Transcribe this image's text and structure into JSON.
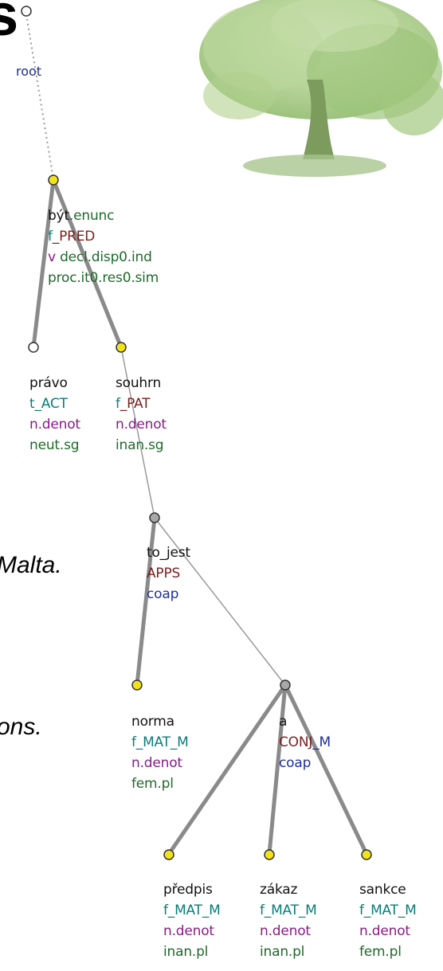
{
  "fragments": {
    "title": "s",
    "malta": "Malta.",
    "ons": "ons."
  },
  "root_label": "root",
  "nodes": [
    {
      "id": "byt",
      "lines": [
        {
          "parts": [
            {
              "t": "být",
              "c": "black"
            },
            {
              "t": ".enunc",
              "c": "green"
            }
          ]
        },
        {
          "parts": [
            {
              "t": "f",
              "c": "teal"
            },
            {
              "t": "_PRED",
              "c": "brown"
            }
          ]
        },
        {
          "parts": [
            {
              "t": "v",
              "c": "purple"
            },
            {
              "t": " decl.disp0.ind",
              "c": "green"
            }
          ]
        },
        {
          "parts": [
            {
              "t": "proc.it0.res0.sim",
              "c": "green"
            }
          ]
        }
      ]
    },
    {
      "id": "pravo",
      "lines": [
        {
          "parts": [
            {
              "t": "právo",
              "c": "black"
            }
          ]
        },
        {
          "parts": [
            {
              "t": "t_ACT",
              "c": "teal"
            }
          ]
        },
        {
          "parts": [
            {
              "t": "n.denot",
              "c": "purple"
            }
          ]
        },
        {
          "parts": [
            {
              "t": "neut.sg",
              "c": "green"
            }
          ]
        }
      ]
    },
    {
      "id": "souhrn",
      "lines": [
        {
          "parts": [
            {
              "t": "souhrn",
              "c": "black"
            }
          ]
        },
        {
          "parts": [
            {
              "t": "f",
              "c": "teal"
            },
            {
              "t": "_PAT",
              "c": "brown"
            }
          ]
        },
        {
          "parts": [
            {
              "t": "n.denot",
              "c": "purple"
            }
          ]
        },
        {
          "parts": [
            {
              "t": "inan.sg",
              "c": "green"
            }
          ]
        }
      ]
    },
    {
      "id": "to_jest",
      "lines": [
        {
          "parts": [
            {
              "t": "to_jest",
              "c": "black"
            }
          ]
        },
        {
          "parts": [
            {
              "t": "APPS",
              "c": "brown"
            }
          ]
        },
        {
          "parts": [
            {
              "t": "coap",
              "c": "blue"
            }
          ]
        }
      ]
    },
    {
      "id": "norma",
      "lines": [
        {
          "parts": [
            {
              "t": "norma",
              "c": "black"
            }
          ]
        },
        {
          "parts": [
            {
              "t": "f_MAT_M",
              "c": "teal"
            }
          ]
        },
        {
          "parts": [
            {
              "t": "n.denot",
              "c": "purple"
            }
          ]
        },
        {
          "parts": [
            {
              "t": "fem.pl",
              "c": "green"
            }
          ]
        }
      ]
    },
    {
      "id": "a",
      "lines": [
        {
          "parts": [
            {
              "t": "a",
              "c": "black"
            }
          ]
        },
        {
          "parts": [
            {
              "t": "CONJ",
              "c": "brown"
            },
            {
              "t": "_M",
              "c": "blue"
            }
          ]
        },
        {
          "parts": [
            {
              "t": "coap",
              "c": "blue"
            }
          ]
        }
      ]
    },
    {
      "id": "predpis",
      "lines": [
        {
          "parts": [
            {
              "t": "předpis",
              "c": "black"
            }
          ]
        },
        {
          "parts": [
            {
              "t": "f_MAT_M",
              "c": "teal"
            }
          ]
        },
        {
          "parts": [
            {
              "t": "n.denot",
              "c": "purple"
            }
          ]
        },
        {
          "parts": [
            {
              "t": "inan.pl",
              "c": "green"
            }
          ]
        }
      ]
    },
    {
      "id": "zakaz",
      "lines": [
        {
          "parts": [
            {
              "t": "zákaz",
              "c": "black"
            }
          ]
        },
        {
          "parts": [
            {
              "t": "f_MAT_M",
              "c": "teal"
            }
          ]
        },
        {
          "parts": [
            {
              "t": "n.denot",
              "c": "purple"
            }
          ]
        },
        {
          "parts": [
            {
              "t": "inan.pl",
              "c": "green"
            }
          ]
        }
      ]
    },
    {
      "id": "sankce",
      "lines": [
        {
          "parts": [
            {
              "t": "sankce",
              "c": "black"
            }
          ]
        },
        {
          "parts": [
            {
              "t": "f_MAT_M",
              "c": "teal"
            }
          ]
        },
        {
          "parts": [
            {
              "t": "n.denot",
              "c": "purple"
            }
          ]
        },
        {
          "parts": [
            {
              "t": "fem.pl",
              "c": "green"
            }
          ]
        }
      ]
    }
  ],
  "colors": {
    "node_yellow": "#f2e21a",
    "node_gray": "#a8a8a8",
    "node_white": "#ffffff",
    "edge_gray": "#8a8a8a",
    "tree_green": "#7fae5a"
  }
}
